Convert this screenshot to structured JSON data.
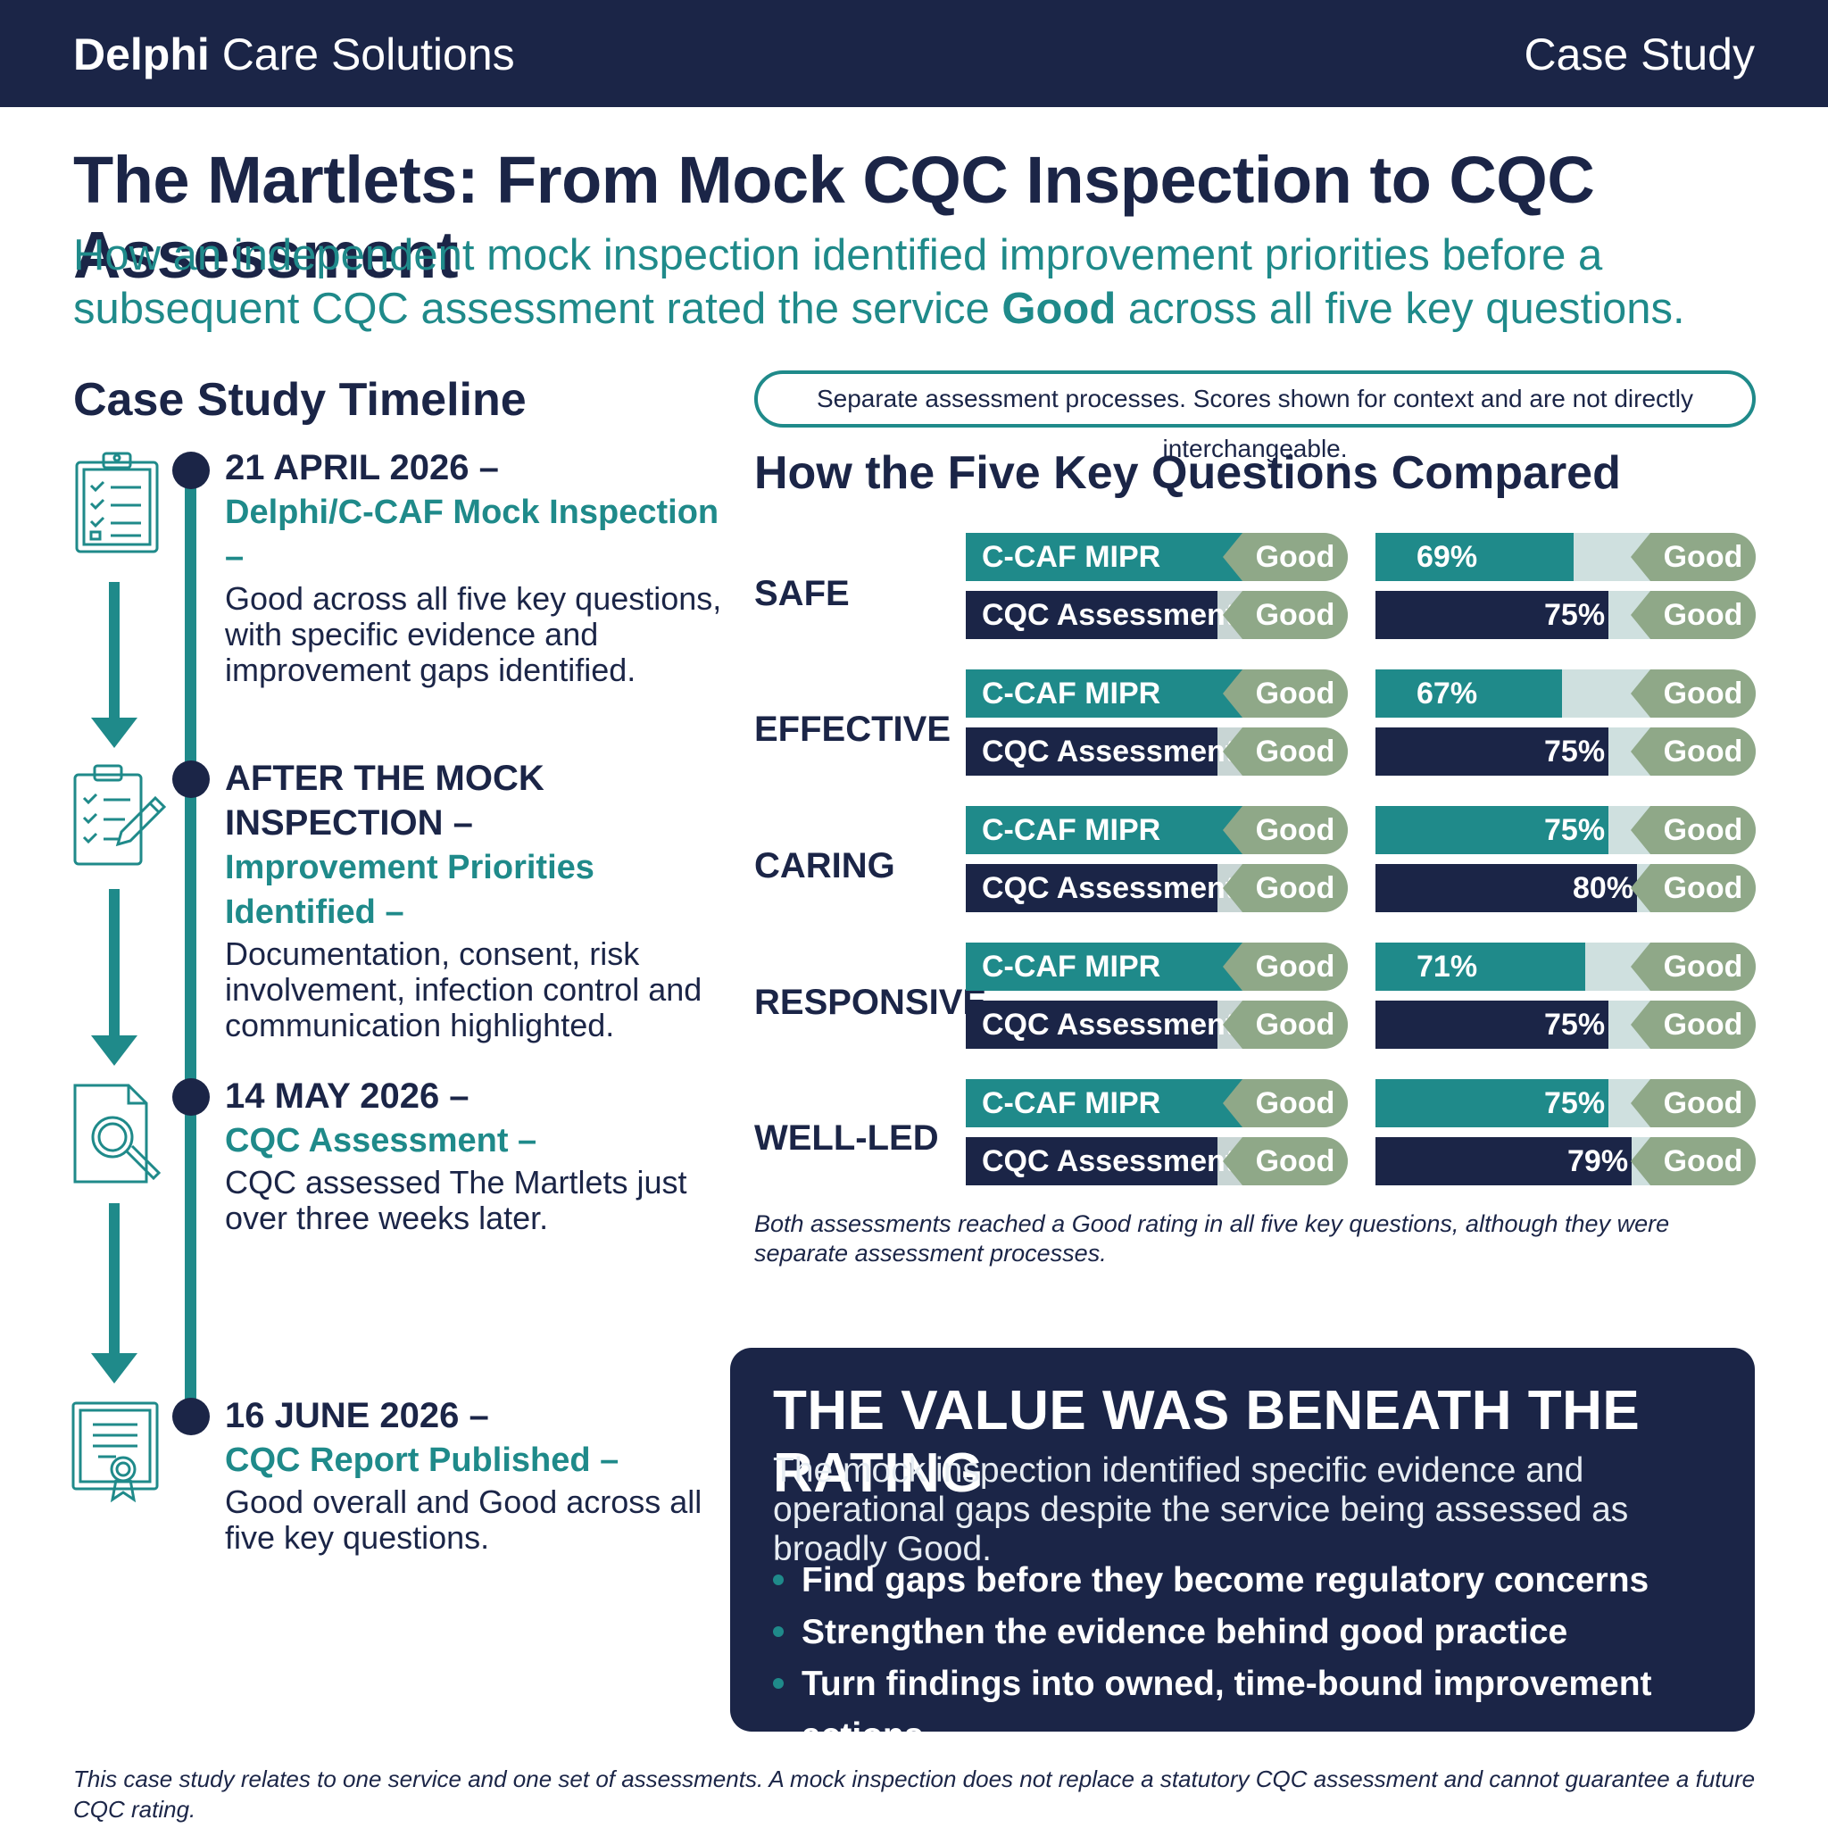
{
  "header": {
    "brand_bold": "Delphi",
    "brand_rest": " Care Solutions",
    "doc_type": "Case Study"
  },
  "title": "The Martlets: From Mock CQC Inspection to CQC Assessment",
  "subtitle": {
    "pre": "How an independent mock inspection identified improvement priorities before a subsequent CQC assessment rated the service ",
    "bold": "Good",
    "post": " across all five key questions."
  },
  "timeline": {
    "heading": "Case Study Timeline",
    "items": [
      {
        "date": "21 APRIL 2026 –",
        "sub": "Delphi/C-CAF Mock Inspection –",
        "desc": "Good across all five key questions, with specific evidence and improvement gaps identified.",
        "icon": "clipboard-checklist-icon"
      },
      {
        "date": "AFTER THE MOCK INSPECTION –",
        "sub": "Improvement Priorities Identified –",
        "desc": "Documentation, consent, risk involvement, infection control and communication highlighted.",
        "icon": "checklist-pencil-icon"
      },
      {
        "date": "14 MAY 2026 –",
        "sub": "CQC Assessment –",
        "desc": "CQC assessed The Martlets just over three weeks later.",
        "icon": "document-magnifier-icon"
      },
      {
        "date": "16 JUNE 2026 –",
        "sub": "CQC Report Published –",
        "desc": "Good overall and Good across all five key questions.",
        "icon": "certificate-icon"
      }
    ]
  },
  "comparison": {
    "note": "Separate assessment processes. Scores shown for context and are not directly interchangeable.",
    "heading": "How the Five Key Questions Compared",
    "footnote": "Both assessments reached a Good rating in all five key questions, although they were separate assessment processes."
  },
  "chart_data": {
    "type": "bar",
    "categories": [
      "SAFE",
      "EFFECTIVE",
      "CARING",
      "RESPONSIVE",
      "WELL-LED"
    ],
    "series": [
      {
        "name": "C-CAF MIPR",
        "values": [
          69,
          67,
          75,
          71,
          75
        ],
        "ratings": [
          "Good",
          "Good",
          "Good",
          "Good",
          "Good"
        ]
      },
      {
        "name": "CQC Assessment",
        "values": [
          75,
          75,
          80,
          75,
          79
        ],
        "ratings": [
          "Good",
          "Good",
          "Good",
          "Good",
          "Good"
        ]
      }
    ],
    "unit": "%",
    "ylim": [
      0,
      100
    ],
    "colors": {
      "ccaf": "#1f8a8a",
      "cqc": "#1b2547",
      "rating": "#8fa888",
      "track": "#cfe0df"
    }
  },
  "value": {
    "title": "THE VALUE WAS BENEATH THE RATING",
    "text": "The mock inspection identified specific evidence and operational gaps despite the service being assessed as broadly Good.",
    "bullets": [
      "Find gaps before they become regulatory concerns",
      "Strengthen the evidence behind good practice",
      "Turn findings into owned, time-bound improvement actions"
    ]
  },
  "footer": "This case study relates to one service and one set of assessments. A mock inspection does not replace a statutory CQC assessment and cannot guarantee a future CQC rating."
}
